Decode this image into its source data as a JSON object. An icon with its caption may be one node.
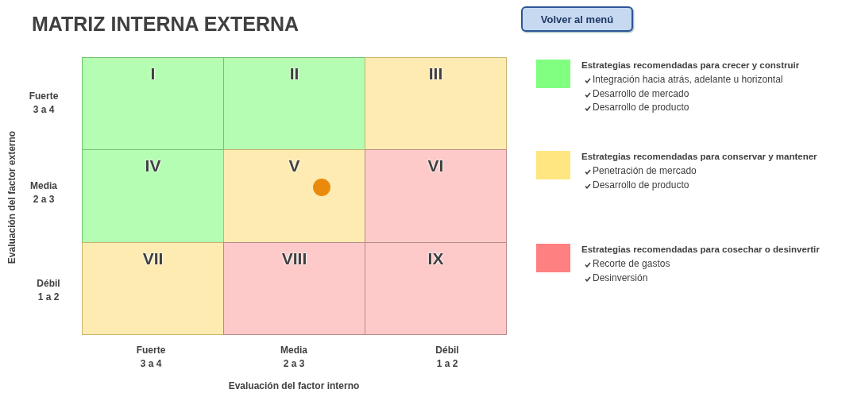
{
  "diagram": {
    "title": "MATRIZ INTERNA EXTERNA",
    "nodes": [
      {
        "text": [
          "I"
        ]
      },
      {
        "text": [
          "II"
        ]
      },
      {
        "text": [
          "III"
        ]
      },
      {
        "text": [
          "IV"
        ]
      },
      {
        "text": [
          "V"
        ]
      },
      {
        "text": [
          "VI"
        ]
      },
      {
        "text": [
          "VII"
        ]
      },
      {
        "text": [
          "VIII"
        ]
      },
      {
        "text": [
          "IX"
        ]
      },
      {
        "text": [],
        "shape": "circle",
        "in": 4
      }
    ],
    "edges": [],
    "labels": [
      "Volver al menú",
      "Fuerte 3 a 4",
      "Media 2 a 3",
      "Débil 1 a 2",
      "Evaluación del factor externo",
      "Fuerte 3 a 4",
      "Media 2 a 3",
      "Débil 1 a 2",
      "Evaluación del factor interno"
    ],
    "legend": [
      {
        "text": "Estrategias recomendadas para crecer y construir",
        "color": "#80ff80"
      },
      {
        "text": "Integración hacia atrás, adelante u horizontal"
      },
      {
        "text": "Desarrollo de mercado"
      },
      {
        "text": "Desarrollo de producto"
      },
      {
        "text": "Estrategias recomendadas para conservar y mantener",
        "color": "#ffe680"
      },
      {
        "text": "Penetración de mercado"
      },
      {
        "text": "Desarrollo de producto"
      },
      {
        "text": "Estrategias recomendadas para cosechar o desinvertir",
        "color": "#ff8080"
      },
      {
        "text": "Recorte de gastos"
      },
      {
        "text": "Desinversión"
      }
    ]
  }
}
